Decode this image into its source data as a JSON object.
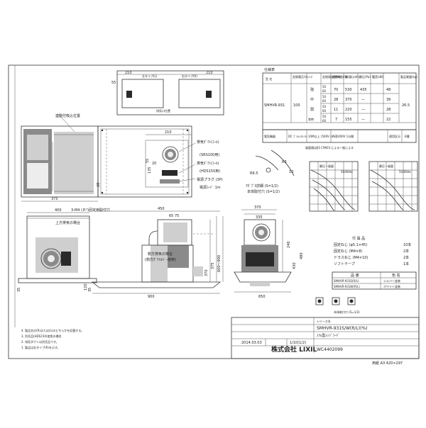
{
  "drawing": {
    "top_dims": {
      "w1": "210",
      "w2": "210",
      "h": "55"
    },
    "top_boxes": {
      "left_label": "左タイプ(L)",
      "right_label": "右タイプ(R)",
      "exhaust_label": "排気口位置"
    },
    "back_dims": {
      "d210": "210",
      "d55": "55",
      "d20": "20"
    },
    "left_plan": {
      "callout": "連動付吸込位置",
      "d28": "28",
      "d375": "375",
      "hole": "3-M4 (Ｒ²)固定用取付穴"
    },
    "pipe_labels": {
      "a": "排気ﾀﾞｸﾄ(ｺｰﾙ)",
      "b": "(SRS100用)",
      "c": "排気ﾀﾞｸﾄ(ｺｰﾙ)",
      "d": "(HDS150用)",
      "e": "電源プラグ (3P)",
      "f": "電源ｺｰﾄﾞ 1m",
      "d135": "135"
    },
    "front": {
      "d400": "400",
      "label": "上方排気の場合",
      "d35": "35"
    },
    "side": {
      "d450": "450",
      "d6575": "65 75",
      "d900": "900",
      "d120": "120",
      "d35": "35",
      "d370": "370",
      "d375": "375",
      "drange": "600～900",
      "note1": "側方排気の場合",
      "note2": "(側方ﾀﾞｸﾄｶﾊﾞｰ使用)"
    },
    "right": {
      "d370": "370",
      "d335": "335",
      "d650": "650",
      "d240": "240",
      "d430": "430",
      "d480": "480"
    },
    "scale_note1": "本体取付穴 (S=1/2)",
    "scale_note2": "ｱﾀﾞﾌﾟﾀ詳細 (S=1/2)",
    "hole_dims": {
      "r": "R6.5",
      "d": "R3",
      "h": "10"
    }
  },
  "spec_table": {
    "caption": "仕様表",
    "headers": [
      "型 名",
      "定格電圧(V)",
      "定格周波数(Hz)",
      "ﾉｯﾁ",
      "消費電力(W)",
      "風 量(㎥/h)",
      "静圧(Pa)",
      "騒音(dB)",
      "製品質量(kg)"
    ],
    "model": "SMHVR-931",
    "voltage": "100",
    "weight": "26.5",
    "rows": [
      {
        "notch": "強",
        "freq": [
          "50",
          "60"
        ],
        "power": "70",
        "airflow": "530",
        "pressure": "435",
        "noise": "48"
      },
      {
        "notch": "中",
        "freq": [
          "50",
          "60"
        ],
        "power": "28",
        "airflow": "370",
        "pressure": "—",
        "noise": "39"
      },
      {
        "notch": "弱",
        "freq": [
          "50",
          "60"
        ],
        "power": "11",
        "airflow": "220",
        "pressure": "—",
        "noise": "28"
      },
      {
        "notch": "常時",
        "freq": [
          "50",
          "60"
        ],
        "power": "7",
        "airflow": "155",
        "pressure": "—",
        "noise": "22"
      }
    ],
    "sub_row": [
      "電気機器",
      "DC ﾌﾞﾗｼﾚｽﾓｰﾀｰ",
      "10M以上 (500V ﾒｶﾞｰ)",
      "AC1000V 1分間",
      "適用区分",
      "E種"
    ],
    "footnote": "風量値はJIS C9603 による一般による"
  },
  "graphs": {
    "left_title": "静圧—風量",
    "right_title": "静圧—風量",
    "unit": "50/60Hz"
  },
  "accessories": {
    "title": "付 属 品",
    "items": [
      {
        "name": "固定ねじ (φ5.1×45)",
        "qty": "10本"
      },
      {
        "name": "固定ねじ (M4×8)",
        "qty": "2本"
      },
      {
        "name": "ドラスねじ (M4×10)",
        "qty": "2本"
      },
      {
        "name": "ソフトテープ",
        "qty": "1本"
      }
    ]
  },
  "color_table": {
    "headers": [
      "品 番",
      "色 名"
    ],
    "rows": [
      [
        "SMHVR-931S(R/L)",
        "シルバー塗装"
      ],
      [
        "SMHVR-931W(R/L)",
        "ホワイト塗装"
      ]
    ]
  },
  "notes": [
    "4. 製品名の(R)または(L)のどちらかを記載する。",
    "3. 別売品(HDS150)使用の場合",
    "2. 排気ダクトは別売品です。",
    "1. 製品は右タイプ(R)を示す。"
  ],
  "title_block": {
    "series_label": "シリーズ名",
    "model": "SMHVR-931S/W(R/L)(%)",
    "product": "ｽﾘﾑ型ﾚﾝｼﾞﾌｰﾄﾞ",
    "date": "2014.03.03",
    "scale": "1/10(1/2)",
    "company": "株式会社 LIXIL",
    "drawing_no": "WC4402099",
    "paper": "用紙 A3 420×297"
  }
}
